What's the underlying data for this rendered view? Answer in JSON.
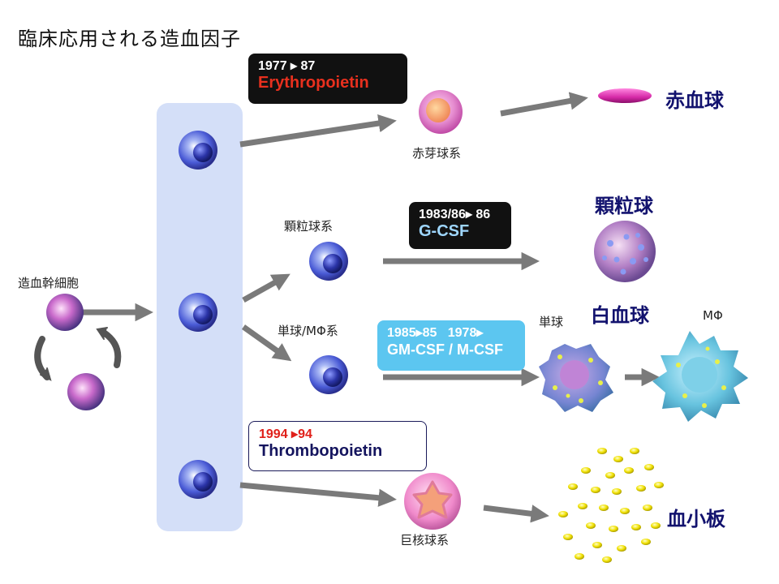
{
  "title": "臨床応用される造血因子",
  "labels": {
    "stem_cell": "造血幹細胞",
    "erythroblast": "赤芽球系",
    "granulocytic": "顆粒球系",
    "monocytic": "単球/MΦ系",
    "megakaryocytic": "巨核球系",
    "monocyte": "単球",
    "macrophage": "MΦ"
  },
  "mature": {
    "rbc": "赤血球",
    "granulocyte": "顆粒球",
    "wbc": "白血球",
    "platelet": "血小板"
  },
  "factors": {
    "epo": {
      "years": "1977 ▸ 87",
      "name": "Erythropoietin"
    },
    "gcsf": {
      "years": "1983/86▸ 86",
      "name": "G-CSF"
    },
    "gmcsf": {
      "years": "1985▸85   1978▸",
      "name": "GM-CSF / M-CSF"
    },
    "tpo": {
      "year_start": "1994 ▸94",
      "name": "Thrombopoietin"
    }
  },
  "colors": {
    "panel": "#d4dff8",
    "arrow": "#7a7a7a",
    "epo_box": "#111111",
    "epo_text": "#e8301e",
    "gcsf_box": "#111111",
    "gmcsf_box": "#5cc6f0",
    "tpo_year": "#e0201a",
    "tpo_name": "#14145e",
    "mature_text": "#12126e"
  },
  "icons": [
    "stem-cell-icon",
    "progenitor-cell-icon",
    "erythroblast-icon",
    "red-blood-cell-icon",
    "granulocyte-icon",
    "monocyte-icon",
    "macrophage-icon",
    "megakaryocyte-icon",
    "platelets-icon",
    "self-renewal-arrows-icon"
  ]
}
